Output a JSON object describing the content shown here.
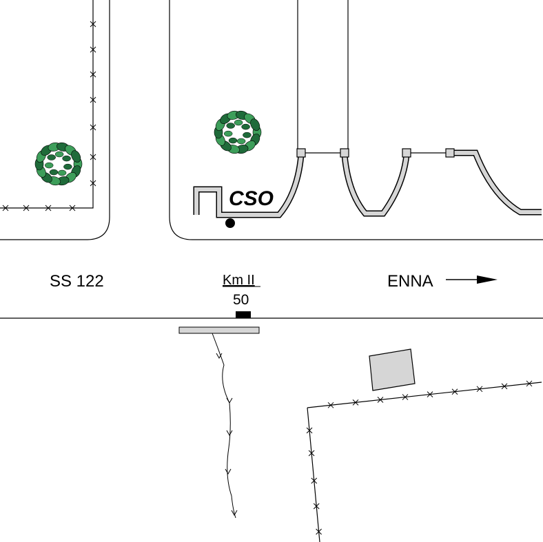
{
  "labels": {
    "cso": "CSO",
    "road": "SS 122",
    "km_title": "Km II",
    "km_value": "50",
    "direction": "ENNA"
  },
  "icons": {
    "tree": "tree-icon",
    "arrow": "arrow-right-icon",
    "point": "survey-point-icon"
  },
  "colors": {
    "foliage_dark": "#1f6b3a",
    "foliage_light": "#3d9e5a",
    "fill_gray": "#d6d6d6",
    "line": "#000000"
  }
}
